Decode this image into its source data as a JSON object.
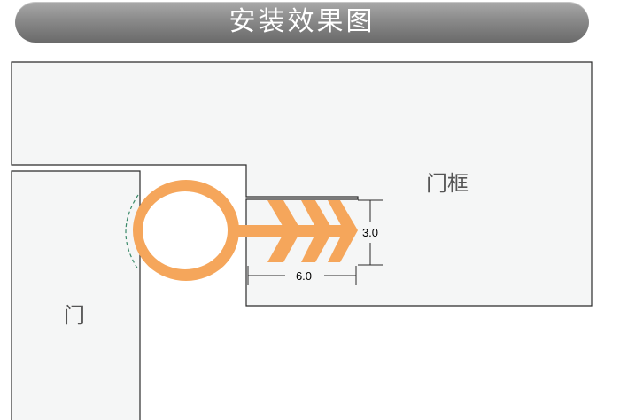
{
  "header": {
    "title": "安装效果图"
  },
  "labels": {
    "door_frame": "门框",
    "door": "门",
    "height_dim": "3.0",
    "width_dim": "6.0"
  },
  "colors": {
    "seal": "#f5a65b",
    "panel": "#f5f6f6",
    "outline": "#2b2b2b",
    "dashed_arc": "#3a8a6a"
  }
}
